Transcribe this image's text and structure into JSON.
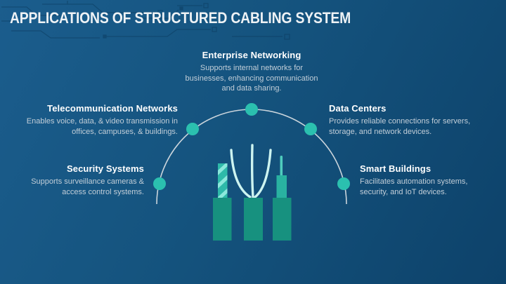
{
  "slide": {
    "title": "APPLICATIONS OF STRUCTURED CABLING SYSTEM"
  },
  "items": [
    {
      "id": "enterprise-networking",
      "label": "Enterprise Networking",
      "description": "Supports internal networks for businesses, enhancing communication and data sharing."
    },
    {
      "id": "telecommunication-networks",
      "label": "Telecommunication Networks",
      "description": "Enables voice, data, & video transmission in offices, campuses, & buildings."
    },
    {
      "id": "data-centers",
      "label": "Data Centers",
      "description": "Provides reliable connections for servers, storage, and network devices."
    },
    {
      "id": "security-systems",
      "label": "Security Systems",
      "description": "Supports surveillance cameras & access control systems."
    },
    {
      "id": "smart-buildings",
      "label": "Smart Buildings",
      "description": "Facilitates automation systems, security, and IoT devices."
    }
  ],
  "illustration": {
    "name": "stripped-cables-and-fiber-optic",
    "cables": [
      "striped-conductor-cable",
      "fiber-optic-cable",
      "coaxial-wire-cable"
    ]
  },
  "colors": {
    "background_top": "#1b5d8d",
    "background_bottom": "#0d426a",
    "accent_teal": "#2bc0af",
    "cable_body": "#17917f",
    "cable_conductor": "#2eb9a9",
    "cable_stripe": "#8be8dc",
    "fiber_strand": "#cdf4f0",
    "arc_line": "#cbd5dc",
    "title_text": "#eef2f5",
    "heading_text": "#ffffff",
    "description_text": "#c2ced8",
    "circuit_trace": "#0c3d61"
  }
}
